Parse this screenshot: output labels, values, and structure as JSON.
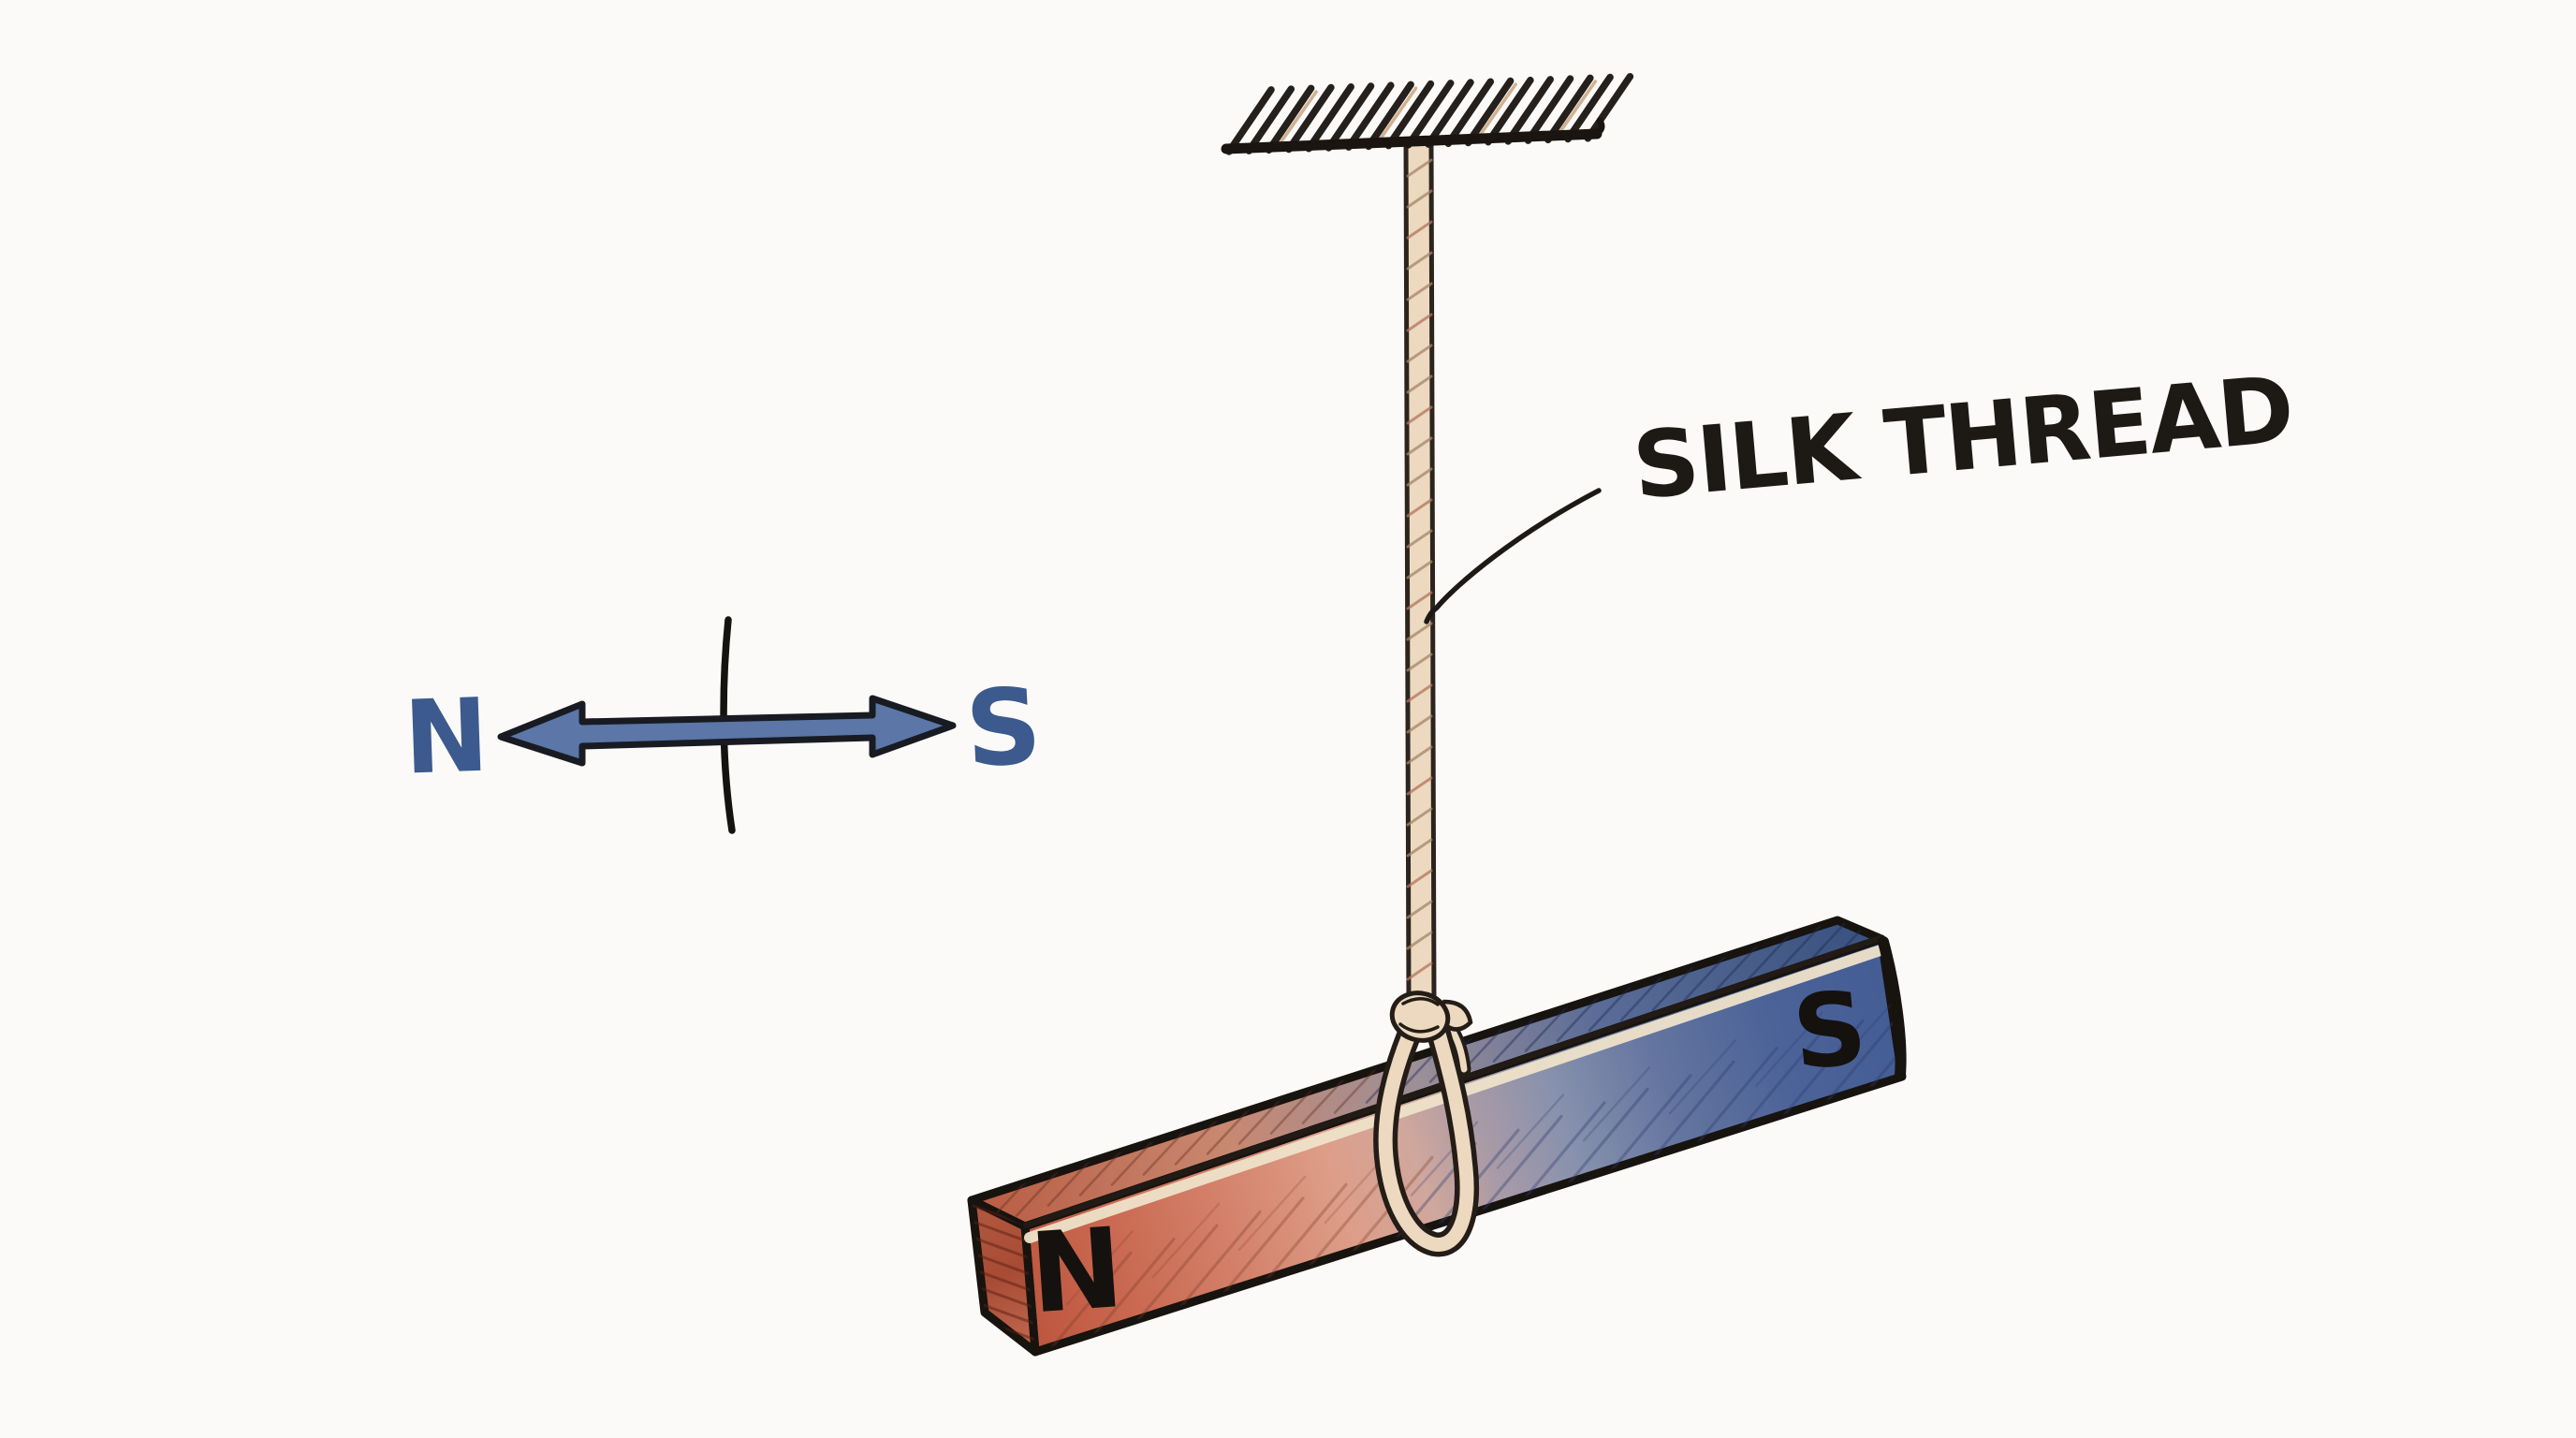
{
  "background_color": "#fbfaf8",
  "ink_color": "#1d1a16",
  "labels": {
    "silk_thread": "SILK THREAD"
  },
  "compass": {
    "north_label": "N",
    "south_label": "S",
    "letter_color": "#3c5a8e",
    "arrow_fill": "#5b76a7",
    "arrow_outline": "#181b22"
  },
  "magnet": {
    "north_label": "N",
    "south_label": "S",
    "label_color": "#14110e",
    "north_pole_color": "#c4593f",
    "south_pole_color": "#46609b"
  },
  "thread": {
    "fill_color": "#ecd9bf",
    "outline_color": "#2b241e"
  },
  "icons": {
    "ceiling_mount": "hatched-line",
    "compass_arrow": "double-headed-arrow"
  }
}
